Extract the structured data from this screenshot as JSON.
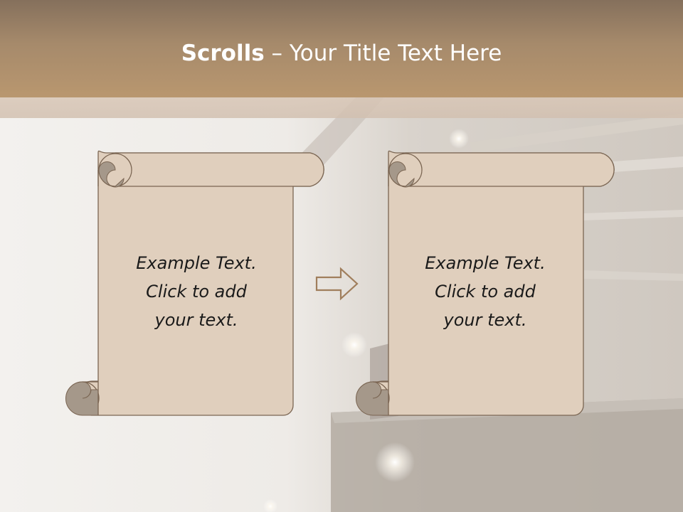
{
  "slide": {
    "title_bold": "Scrolls",
    "title_sep": " – ",
    "title_rest": "Your Title Text Here"
  },
  "scrolls": [
    {
      "lines": [
        "Example  Text.",
        "Click  to add",
        "your text."
      ]
    },
    {
      "lines": [
        "Example  Text.",
        "Click  to add",
        "your text."
      ]
    }
  ],
  "colors": {
    "scroll_fill": "#e0cfbd",
    "scroll_stroke": "#7a6552",
    "scroll_curl": "#a5988a",
    "arrow_stroke": "#a07e5c",
    "title_bar": "#a68a6b"
  },
  "icons": {
    "arrow": "right-outline-arrow-icon"
  }
}
